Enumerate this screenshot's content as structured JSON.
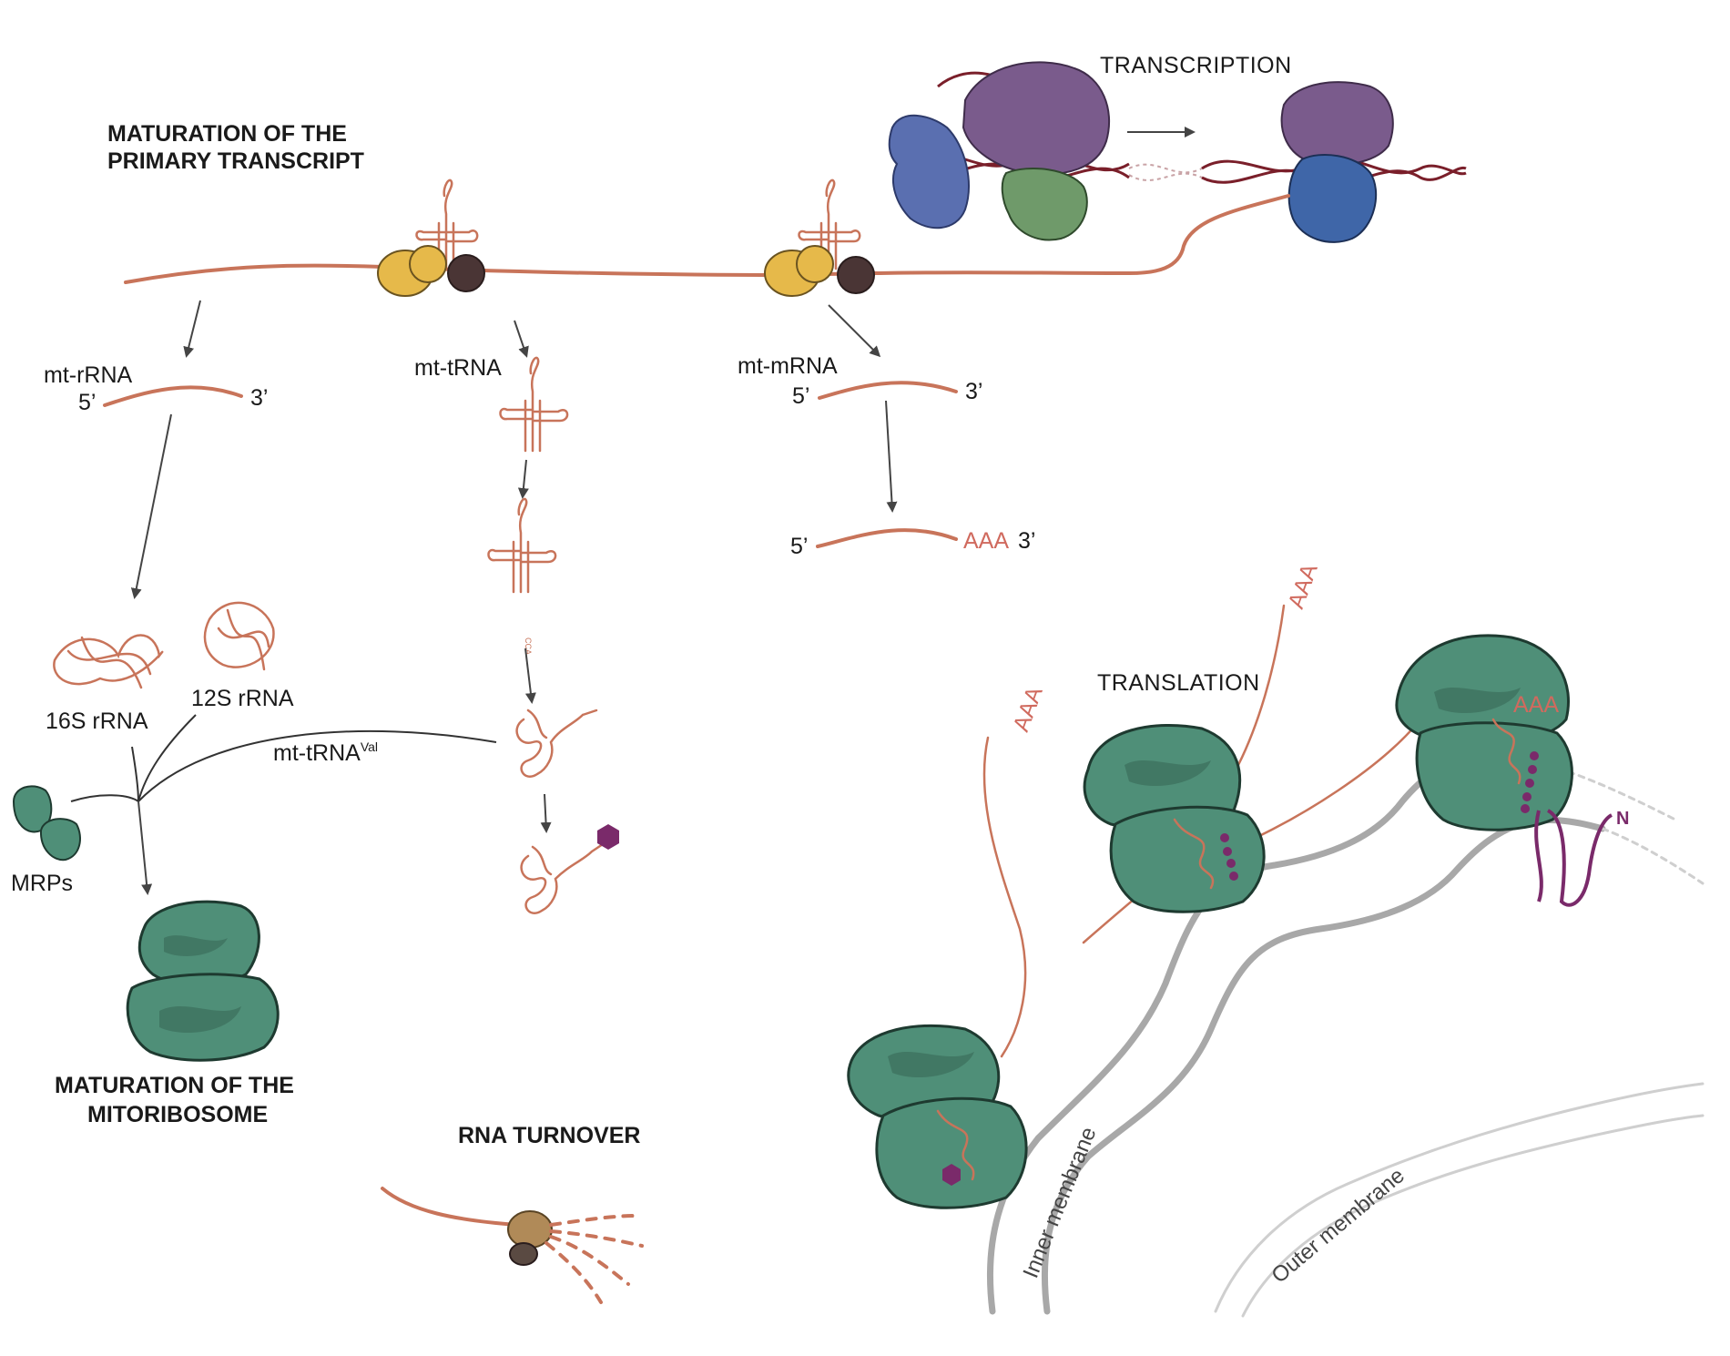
{
  "headings": {
    "maturation_primary": [
      "MATURATION OF THE",
      "PRIMARY TRANSCRIPT"
    ],
    "transcription": "TRANSCRIPTION",
    "translation": "TRANSLATION",
    "maturation_mitoribosome": [
      "MATURATION OF THE",
      "MITORIBOSOME"
    ],
    "rna_turnover": "RNA TURNOVER"
  },
  "labels": {
    "mt_rrna": "mt-rRNA",
    "mt_trna": "mt-tRNA",
    "mt_mrna": "mt-mRNA",
    "five_prime": "5’",
    "three_prime": "3’",
    "polyA": "AAA",
    "rrna_16s": "16S rRNA",
    "rrna_12s": "12S rRNA",
    "mt_trna_val": "mt-tRNA",
    "mt_trna_val_sup": "Val",
    "mrps": "MRPs",
    "cca": "CCA",
    "inner_membrane": "Inner membrane",
    "outer_membrane": "Outer membrane",
    "n_terminus": "N"
  },
  "colors": {
    "rna": "#c8745a",
    "ribosome": "#4f8f78",
    "ribosome_outline": "#1e3a30",
    "polymerase": "#7a5b8c",
    "tfam": "#5a6fb0",
    "tfb2m": "#6f9a6a",
    "dna": "#7a1f2a",
    "processing_enzyme": "#e6b94a",
    "rnase_z": "#4a3535",
    "amino_acid": "#7a2a6a",
    "membrane": "#a8a8a8",
    "degradosome": "#b08a58"
  }
}
